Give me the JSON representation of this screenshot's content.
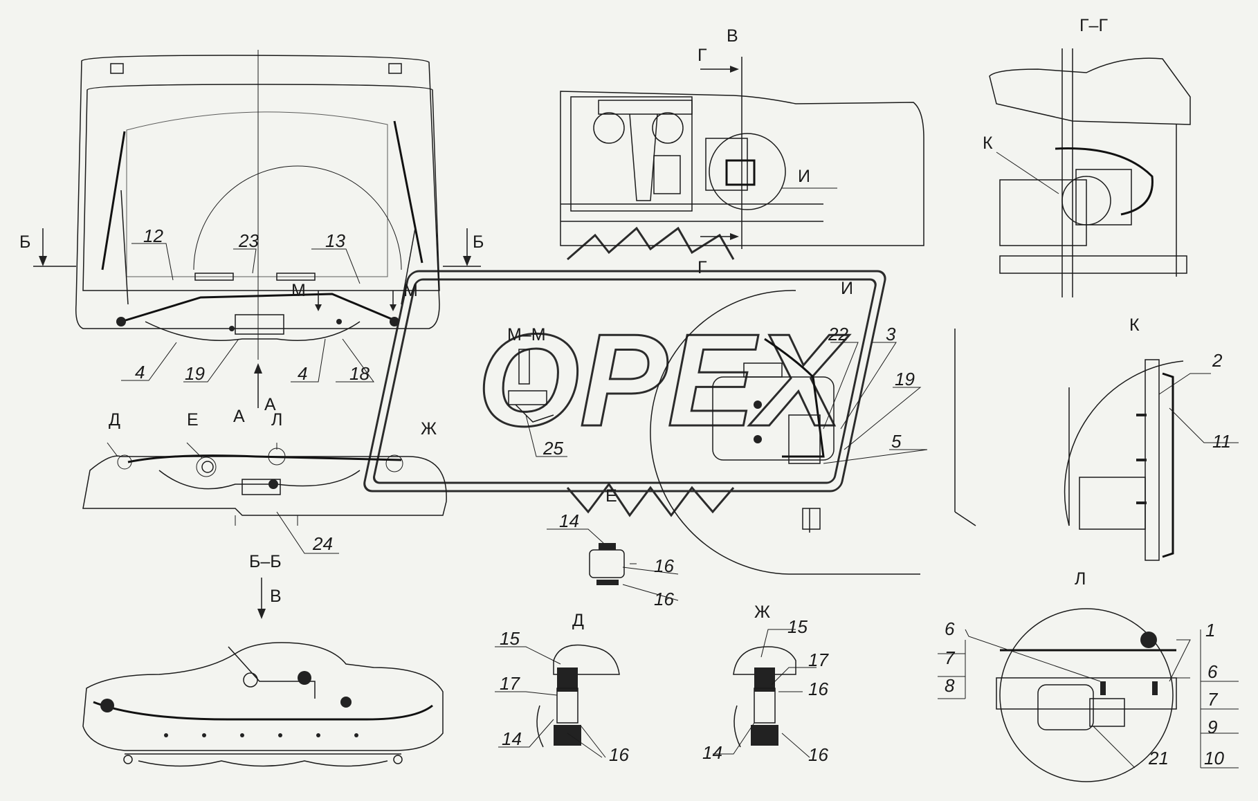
{
  "section_labels": {
    "b_left": "Б",
    "b_right": "Б",
    "m_left": "М",
    "m_right": "М",
    "a_arrow": "А",
    "a_view": "А",
    "v_top": "В",
    "g_top": "Г",
    "g_bottom": "Г",
    "i_callout": "И",
    "i_label": "И",
    "g_g": "Г–Г",
    "k_callout": "К",
    "k_title": "К",
    "mm": "М–М",
    "zh_callout": "Ж",
    "e_callout": "Е",
    "d_callout": "Д",
    "e_top": "Е",
    "l_callout": "Л",
    "bb": "Б–Б",
    "v_bb": "В",
    "d_title": "Д",
    "zh_title": "Ж",
    "l_title": "Л"
  },
  "part_numbers": {
    "p12": "12",
    "p23": "23",
    "p13": "13",
    "p4a": "4",
    "p19a": "19",
    "p4b": "4",
    "p18": "18",
    "p24": "24",
    "p25": "25",
    "p22": "22",
    "p3": "3",
    "p19b": "19",
    "p5": "5",
    "p2": "2",
    "p11": "11",
    "p14a": "14",
    "p16a": "16",
    "p16b": "16",
    "p15d": "15",
    "p17d": "17",
    "p14d": "14",
    "p16d": "16",
    "p15zh": "15",
    "p17zh": "17",
    "p16zh": "16",
    "p14zh": "14",
    "p16zh2": "16",
    "p6l": "6",
    "p7l": "7",
    "p8l": "8",
    "p1": "1",
    "p6r": "6",
    "p7r": "7",
    "p9": "9",
    "p10": "10",
    "p21": "21"
  },
  "watermark": {
    "text": "OPEX",
    "color": "#2b2b2b"
  },
  "colors": {
    "background": "#f3f4f0",
    "ink": "#1a1a1a"
  }
}
